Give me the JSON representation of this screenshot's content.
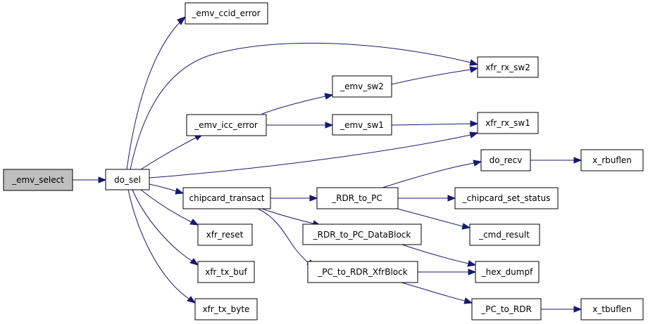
{
  "colors": {
    "root_fill": "#bfbfbf",
    "node_fill": "#ffffff",
    "node_border": "#000000",
    "edge": "#191970"
  },
  "nodes": {
    "emv_select": "_emv_select",
    "do_sel": "do_sel",
    "emv_ccid_error": "_emv_ccid_error",
    "xfr_rx_sw2": "xfr_rx_sw2",
    "emv_sw2": "_emv_sw2",
    "emv_icc_error": "_emv_icc_error",
    "emv_sw1": "_emv_sw1",
    "xfr_rx_sw1": "xfr_rx_sw1",
    "do_recv": "do_recv",
    "x_rbuflen": "x_rbuflen",
    "chipcard_transact": "chipcard_transact",
    "rdr_to_pc": "_RDR_to_PC",
    "chipcard_set_status": "_chipcard_set_status",
    "cmd_result": "_cmd_result",
    "rdr_to_pc_datablock": "_RDR_to_PC_DataBlock",
    "xfr_reset": "xfr_reset",
    "hex_dumpf": "_hex_dumpf",
    "pc_to_rdr_xfrblock": "_PC_to_RDR_XfrBlock",
    "xfr_tx_buf": "xfr_tx_buf",
    "pc_to_rdr": "_PC_to_RDR",
    "x_tbuflen": "x_tbuflen",
    "xfr_tx_byte": "xfr_tx_byte"
  },
  "edges": [
    {
      "from": "_emv_select",
      "to": "do_sel"
    },
    {
      "from": "do_sel",
      "to": "_emv_ccid_error"
    },
    {
      "from": "do_sel",
      "to": "xfr_rx_sw2"
    },
    {
      "from": "do_sel",
      "to": "_emv_icc_error"
    },
    {
      "from": "do_sel",
      "to": "xfr_rx_sw1"
    },
    {
      "from": "do_sel",
      "to": "chipcard_transact"
    },
    {
      "from": "do_sel",
      "to": "xfr_reset"
    },
    {
      "from": "do_sel",
      "to": "xfr_tx_buf"
    },
    {
      "from": "do_sel",
      "to": "xfr_tx_byte"
    },
    {
      "from": "_emv_icc_error",
      "to": "_emv_sw2"
    },
    {
      "from": "_emv_icc_error",
      "to": "_emv_sw1"
    },
    {
      "from": "_emv_sw2",
      "to": "xfr_rx_sw2"
    },
    {
      "from": "_emv_sw1",
      "to": "xfr_rx_sw1"
    },
    {
      "from": "chipcard_transact",
      "to": "_RDR_to_PC"
    },
    {
      "from": "chipcard_transact",
      "to": "_RDR_to_PC_DataBlock"
    },
    {
      "from": "chipcard_transact",
      "to": "_PC_to_RDR_XfrBlock"
    },
    {
      "from": "_RDR_to_PC",
      "to": "do_recv"
    },
    {
      "from": "_RDR_to_PC",
      "to": "_chipcard_set_status"
    },
    {
      "from": "_RDR_to_PC",
      "to": "_cmd_result"
    },
    {
      "from": "do_recv",
      "to": "x_rbuflen"
    },
    {
      "from": "_RDR_to_PC_DataBlock",
      "to": "_hex_dumpf"
    },
    {
      "from": "_PC_to_RDR_XfrBlock",
      "to": "_hex_dumpf"
    },
    {
      "from": "_PC_to_RDR_XfrBlock",
      "to": "_PC_to_RDR"
    },
    {
      "from": "_PC_to_RDR",
      "to": "x_tbuflen"
    }
  ]
}
